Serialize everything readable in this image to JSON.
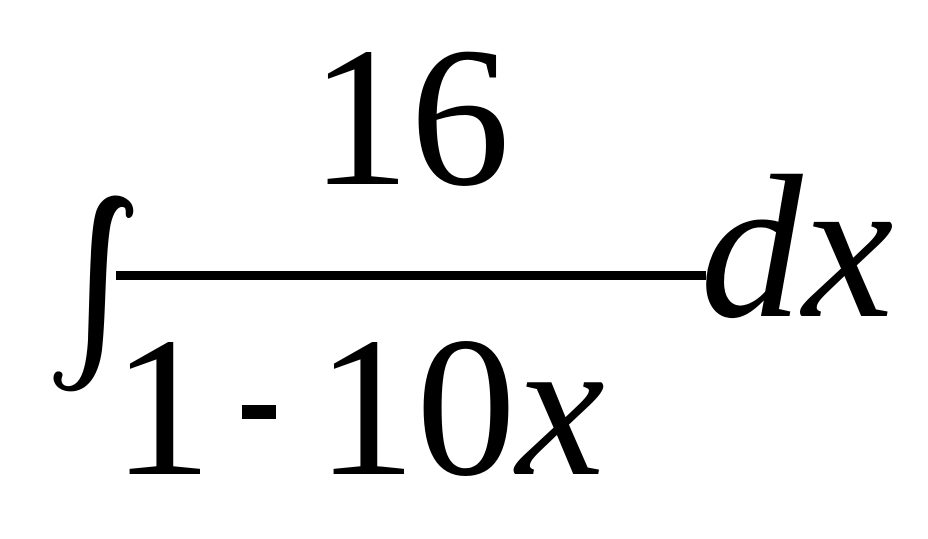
{
  "expression": {
    "integral_symbol": "∫",
    "numerator": "16",
    "denominator": {
      "constant": "1",
      "operator": "-",
      "coefficient": "10",
      "variable": "x"
    },
    "differential": "dx"
  }
}
